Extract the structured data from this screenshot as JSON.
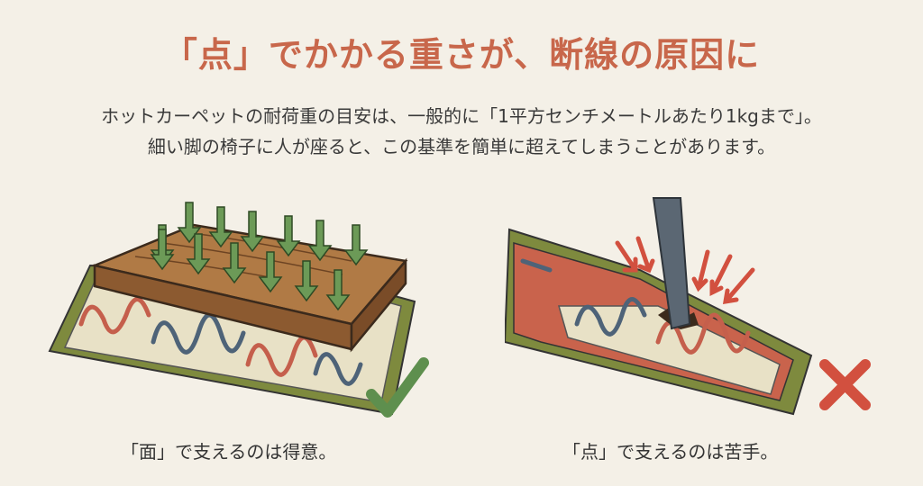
{
  "title": "「点」でかかる重さが、断線の原因に",
  "description": [
    "ホットカーペットの耐荷重の目安は、一般的に「1平方センチメートルあたり1kgまで」。",
    "細い脚の椅子に人が座ると、この基準を簡単に超えてしまうことがあります。"
  ],
  "panels": [
    {
      "caption": "「面」で支えるのは得意。",
      "icon": "check-icon",
      "color": "#5e8f4e"
    },
    {
      "caption": "「点」で支えるのは苦手。",
      "icon": "cross-icon",
      "color": "#d2503f"
    }
  ]
}
